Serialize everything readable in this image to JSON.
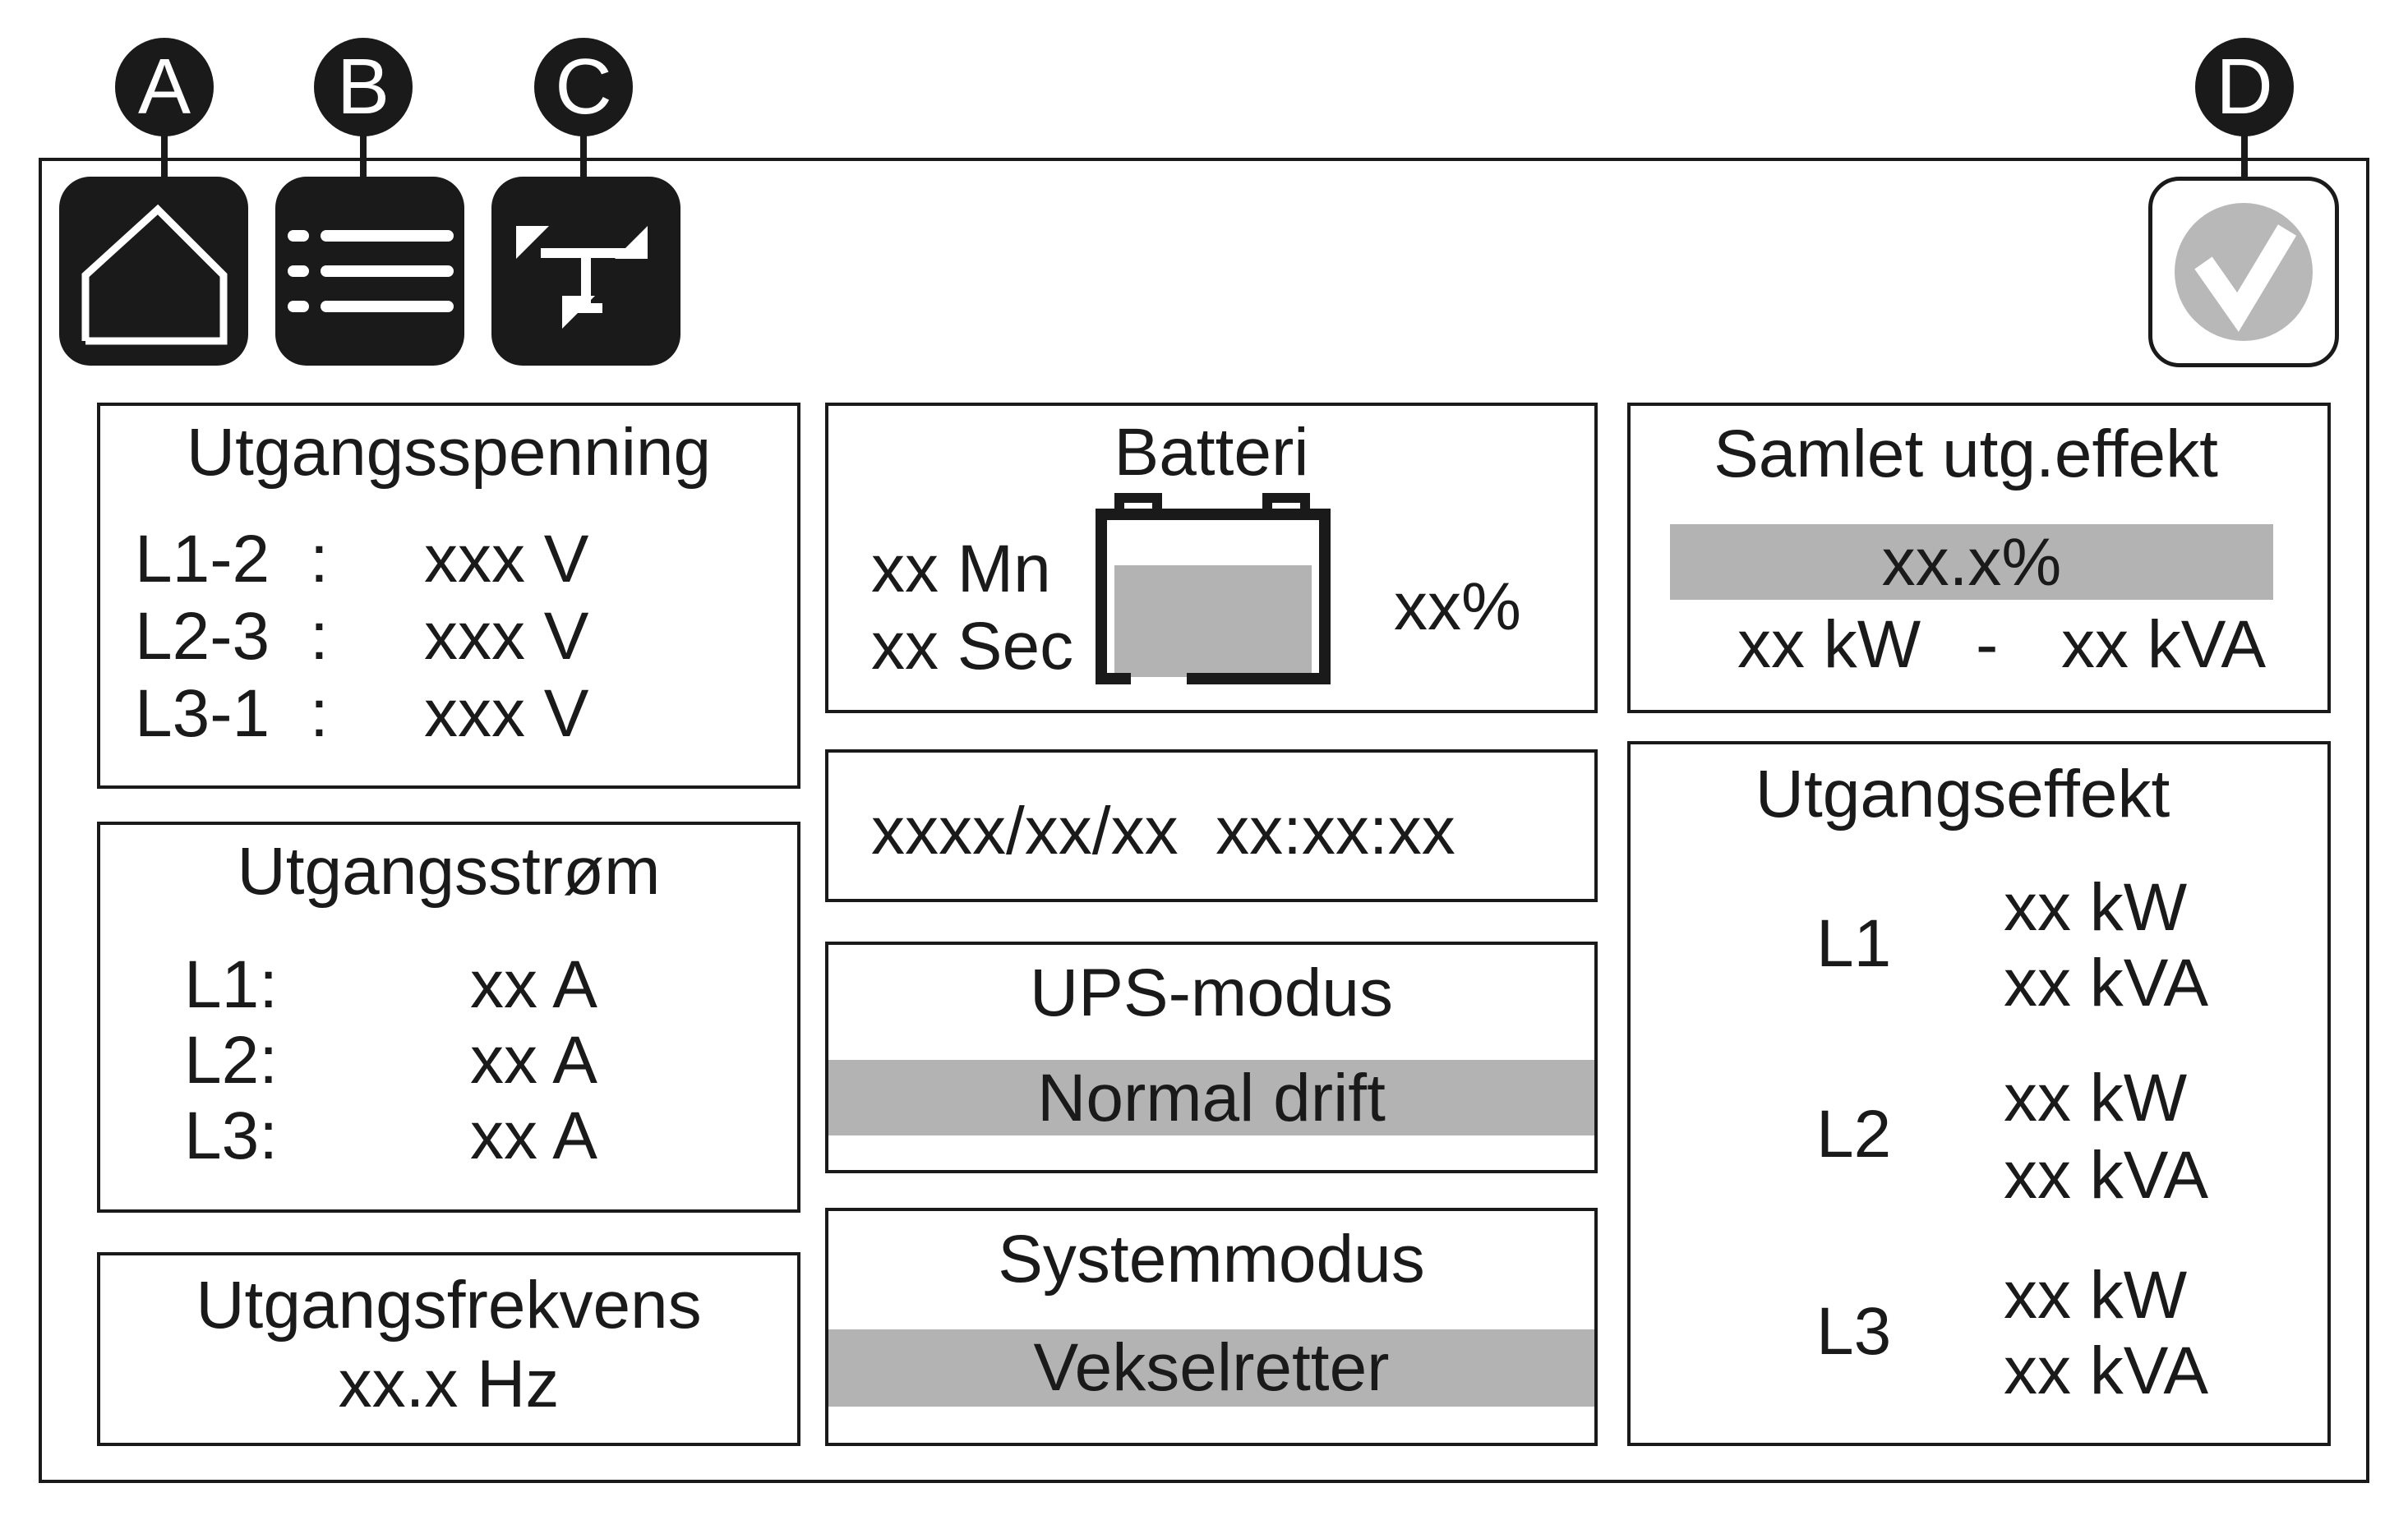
{
  "callouts": {
    "a": "A",
    "b": "B",
    "c": "C",
    "d": "D"
  },
  "toolbar": {
    "home_icon": "home-icon",
    "menu_icon": "menu-icon",
    "bypass_icon": "one-line-diagram-icon",
    "status_icon": "check-icon"
  },
  "output_voltage": {
    "title": "Utgangsspenning",
    "rows": [
      {
        "label": "L1-2",
        "sep": ":",
        "value": "xxx V"
      },
      {
        "label": "L2-3",
        "sep": ":",
        "value": "xxx V"
      },
      {
        "label": "L3-1",
        "sep": ":",
        "value": "xxx V"
      }
    ]
  },
  "output_current": {
    "title": "Utgangsstrøm",
    "rows": [
      {
        "label": "L1:",
        "value": "xx A"
      },
      {
        "label": "L2:",
        "value": "xx A"
      },
      {
        "label": "L3:",
        "value": "xx A"
      }
    ]
  },
  "output_frequency": {
    "title": "Utgangsfrekvens",
    "value": "xx.x Hz"
  },
  "battery": {
    "title": "Batteri",
    "minutes": "xx Mn",
    "seconds": "xx Sec",
    "percent": "xx%",
    "icon": "battery-icon"
  },
  "datetime": {
    "value": "xxxx/xx/xx  xx:xx:xx"
  },
  "ups_mode": {
    "title": "UPS-modus",
    "value": "Normal drift"
  },
  "system_mode": {
    "title": "Systemmodus",
    "value": "Vekselretter"
  },
  "total_output": {
    "title": "Samlet utg.effekt",
    "percent": "xx.x%",
    "kw": "xx kW",
    "dash": "-",
    "kva": "xx kVA"
  },
  "output_power": {
    "title": "Utgangseffekt",
    "phases": [
      {
        "label": "L1",
        "kw": "xx kW",
        "kva": "xx kVA"
      },
      {
        "label": "L2",
        "kw": "xx kW",
        "kva": "xx kVA"
      },
      {
        "label": "L3",
        "kw": "xx kW",
        "kva": "xx kVA"
      }
    ]
  },
  "colors": {
    "ink": "#1a1a1a",
    "highlight": "#b3b3b3",
    "status_disc": "#b8b8b8"
  }
}
